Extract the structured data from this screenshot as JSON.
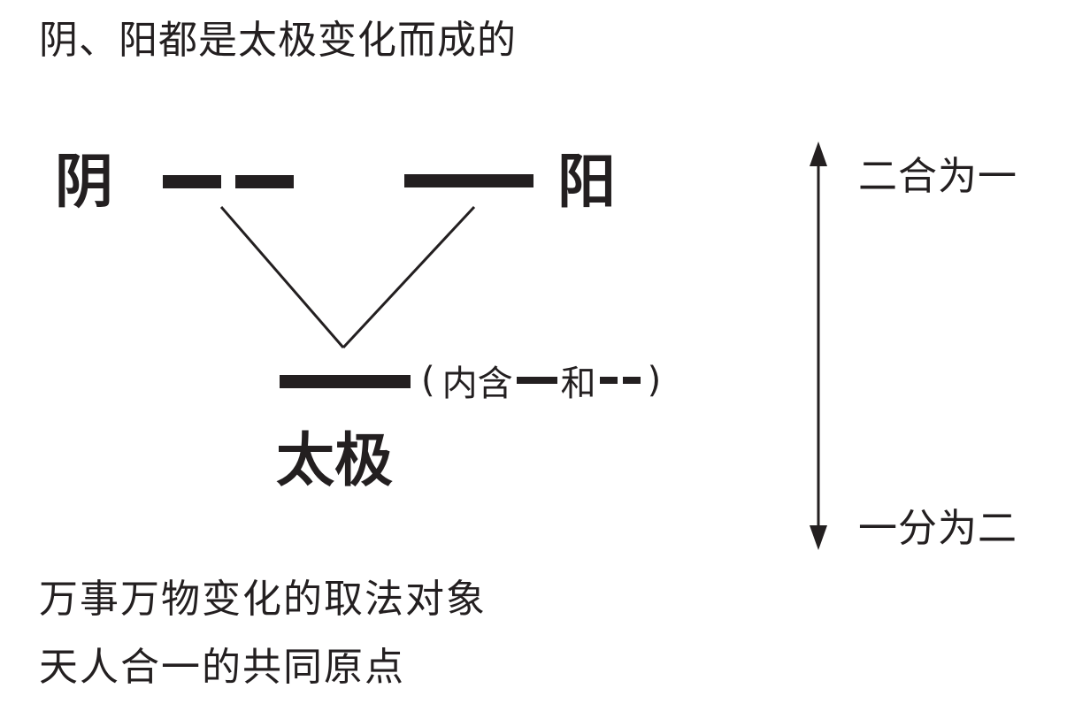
{
  "title": "阴、阳都是太极变化而成的",
  "diagram": {
    "yin_label": "阴",
    "yang_label": "阳",
    "taiji_label": "太极",
    "note": {
      "open_paren": "(",
      "prefix": "内含",
      "middle": "和",
      "close_paren": ")"
    },
    "axis": {
      "top_label": "二合为一",
      "bottom_label": "一分为二"
    }
  },
  "caption": {
    "line1": "万事万物变化的取法对象",
    "line2": "天人合一的共同原点"
  },
  "colors": {
    "ink": "#231f20",
    "background": "#ffffff"
  }
}
